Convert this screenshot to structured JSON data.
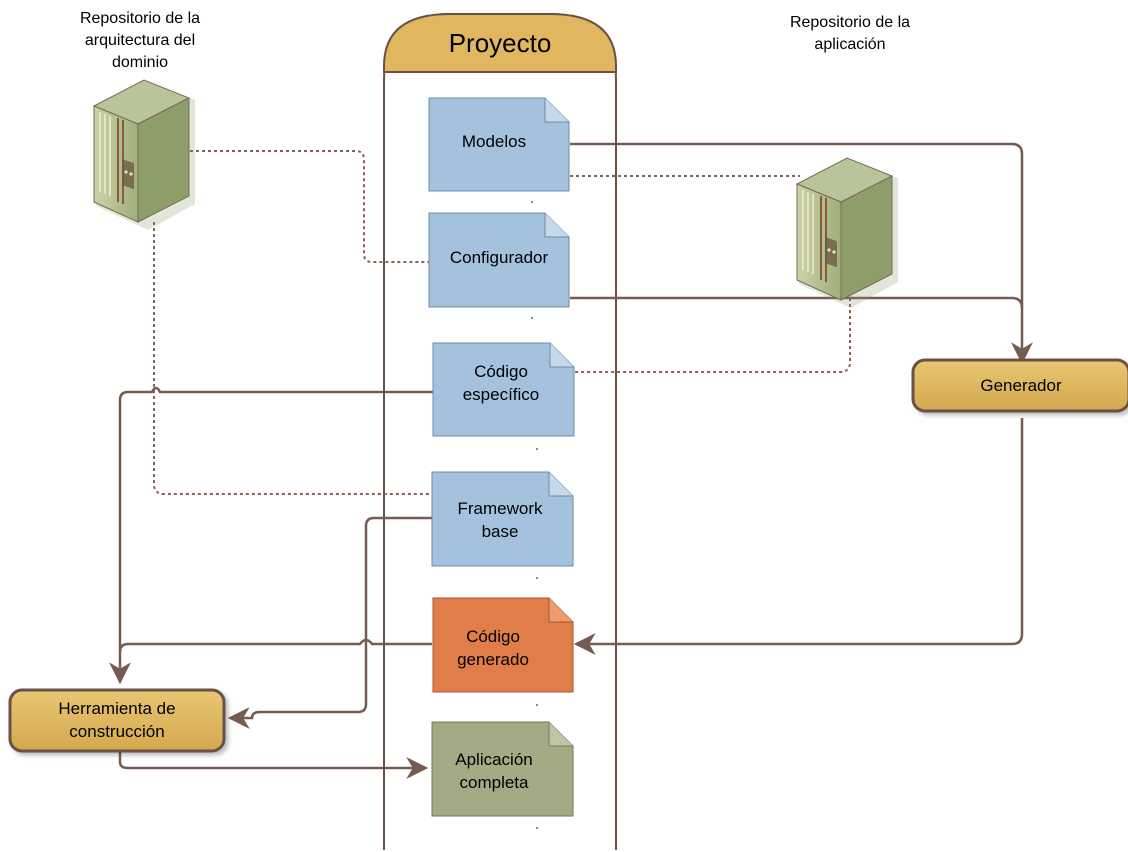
{
  "colors": {
    "doc_blue": "#a4c2dd",
    "doc_orange": "#e07d48",
    "doc_green": "#a3ab84",
    "tool_fill": "#e0b75f",
    "tool_border": "#6a5147",
    "connector": "#765b52"
  },
  "icons": [
    "server-icon",
    "server-icon"
  ],
  "project": {
    "title": "Proyecto"
  },
  "repos": {
    "domain": [
      "Repositorio de la",
      "arquitectura del",
      "dominio"
    ],
    "app": [
      "Repositorio de la",
      "aplicación"
    ]
  },
  "documents": [
    {
      "lines": [
        "Modelos"
      ],
      "fill": "doc_blue"
    },
    {
      "lines": [
        "Configurador"
      ],
      "fill": "doc_blue"
    },
    {
      "lines": [
        "Código",
        "específico"
      ],
      "fill": "doc_blue"
    },
    {
      "lines": [
        "Framework",
        "base"
      ],
      "fill": "doc_blue"
    },
    {
      "lines": [
        "Código",
        "generado"
      ],
      "fill": "doc_orange"
    },
    {
      "lines": [
        "Aplicación",
        "completa"
      ],
      "fill": "doc_green"
    }
  ],
  "tools": {
    "generator": "Generador",
    "build": [
      "Herramienta de",
      "construcción"
    ]
  }
}
